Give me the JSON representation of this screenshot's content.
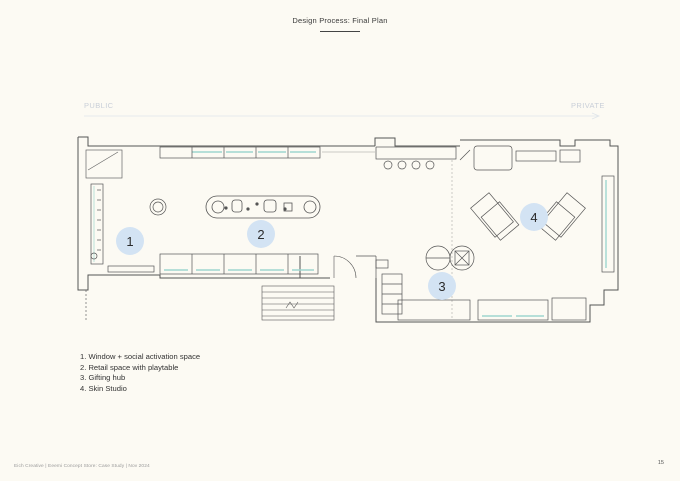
{
  "page": {
    "title": "Design Process: Final Plan",
    "page_number": "15",
    "footer": "Eich Creative | Eeemi Concept Store: Case Study | Nov 2024"
  },
  "axis": {
    "public_label": "PUBLIC",
    "private_label": "PRIVATE"
  },
  "zones": [
    {
      "number": "1",
      "name": "Window + social activation space"
    },
    {
      "number": "2",
      "name": "Retail space with playtable"
    },
    {
      "number": "3",
      "name": "Gifting hub"
    },
    {
      "number": "4",
      "name": "Skin Studio"
    }
  ],
  "legend": [
    "1. Window + social activation space",
    "2. Retail space with playtable",
    "3. Gifting hub",
    "4. Skin Studio"
  ],
  "colors": {
    "background": "#fcfaf3",
    "zone_badge": "#d3e3f3",
    "fixture_accent": "#9fd6cf",
    "wall_line": "#555555",
    "axis_line": "#dfe4ea"
  }
}
